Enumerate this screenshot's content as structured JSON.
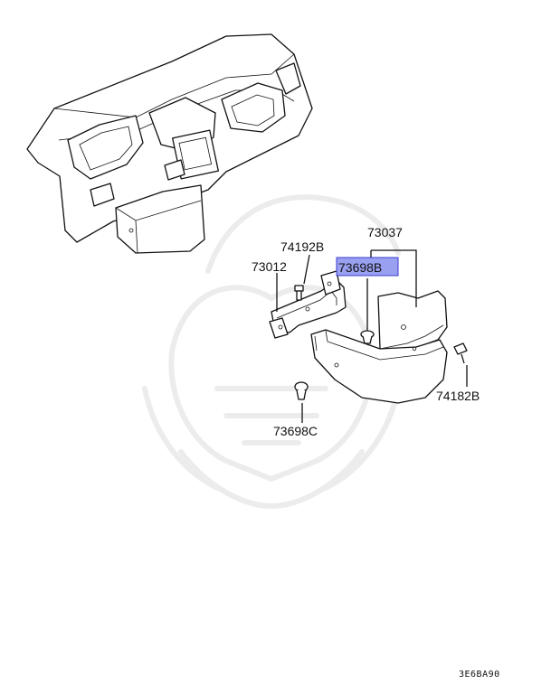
{
  "labels": {
    "p73037": "73037",
    "p74192b": "74192B",
    "p73012": "73012",
    "p73698b": "73698B",
    "p74182b": "74182B",
    "p73698c": "73698C"
  },
  "code": "3E6BA90",
  "colors": {
    "highlight_fill": "#9aa0f0",
    "highlight_stroke": "#3a3ad0",
    "line": "#111111",
    "watermark": "#ececec"
  }
}
